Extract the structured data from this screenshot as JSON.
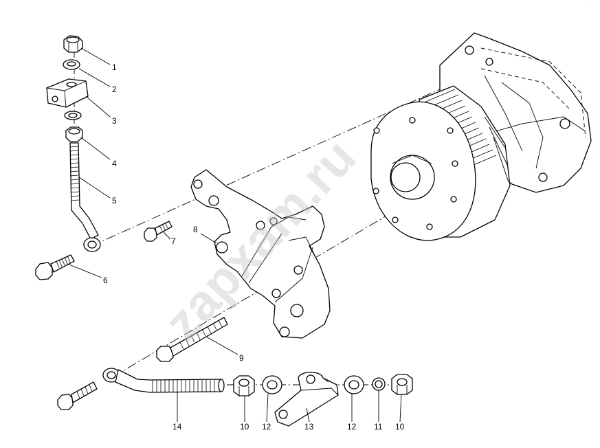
{
  "watermark": "zapxam.ru",
  "corner_tag": "···",
  "callouts": {
    "c1": "1",
    "c2": "2",
    "c3": "3",
    "c4": "4",
    "c5": "5",
    "c6": "6",
    "c7": "7",
    "c8": "8",
    "c9": "9",
    "c10a": "10",
    "c10b": "10",
    "c11": "11",
    "c12a": "12",
    "c12b": "12",
    "c13": "13",
    "c14": "14"
  }
}
